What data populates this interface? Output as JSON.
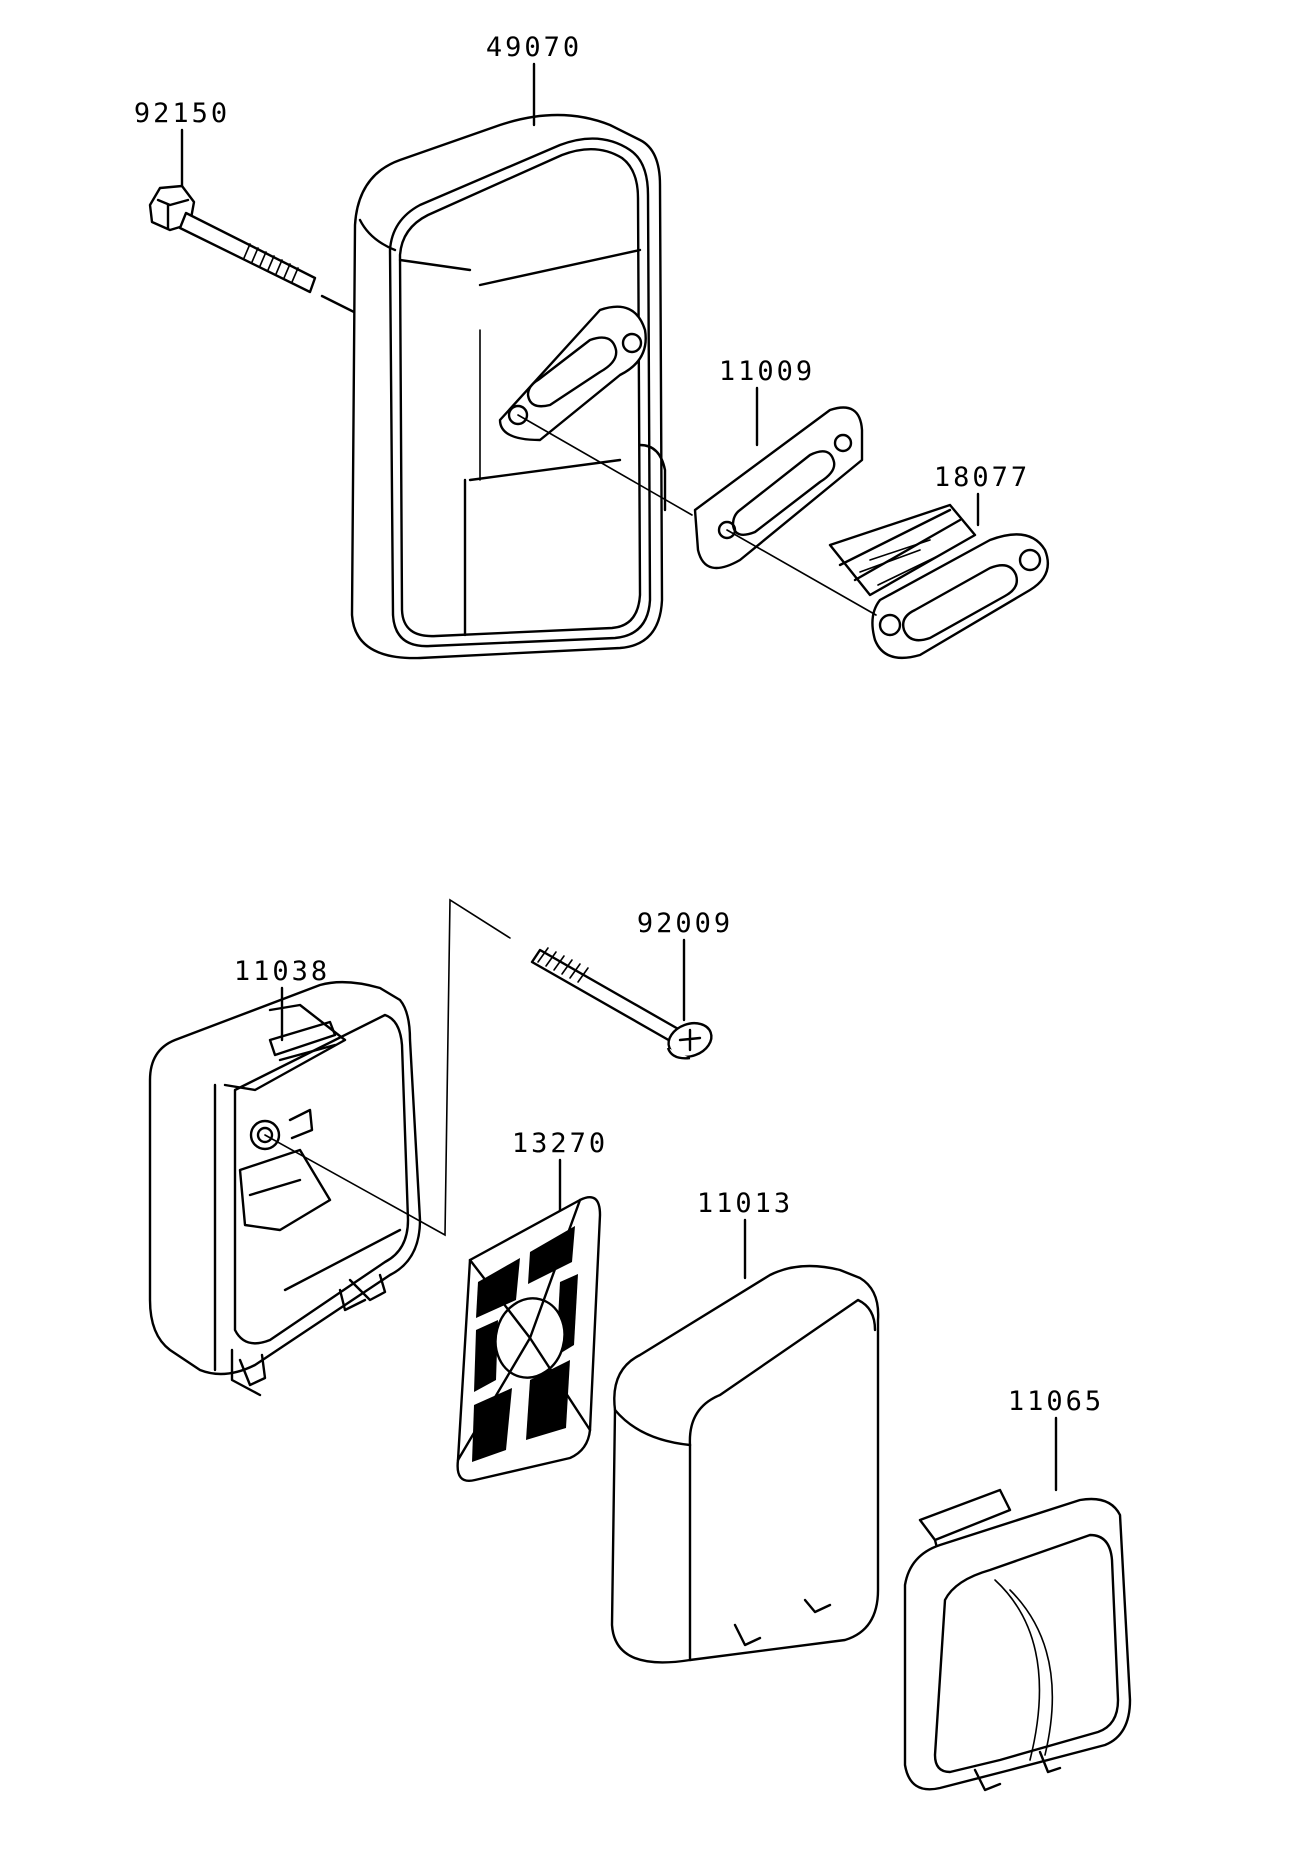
{
  "callouts": [
    {
      "id": "p49070",
      "label": "49070"
    },
    {
      "id": "p92150",
      "label": "92150"
    },
    {
      "id": "p11009",
      "label": "11009"
    },
    {
      "id": "p18077",
      "label": "18077"
    },
    {
      "id": "p11038",
      "label": "11038"
    },
    {
      "id": "p92009",
      "label": "92009"
    },
    {
      "id": "p13270",
      "label": "13270"
    },
    {
      "id": "p11013",
      "label": "11013"
    },
    {
      "id": "p11065",
      "label": "11065"
    }
  ]
}
